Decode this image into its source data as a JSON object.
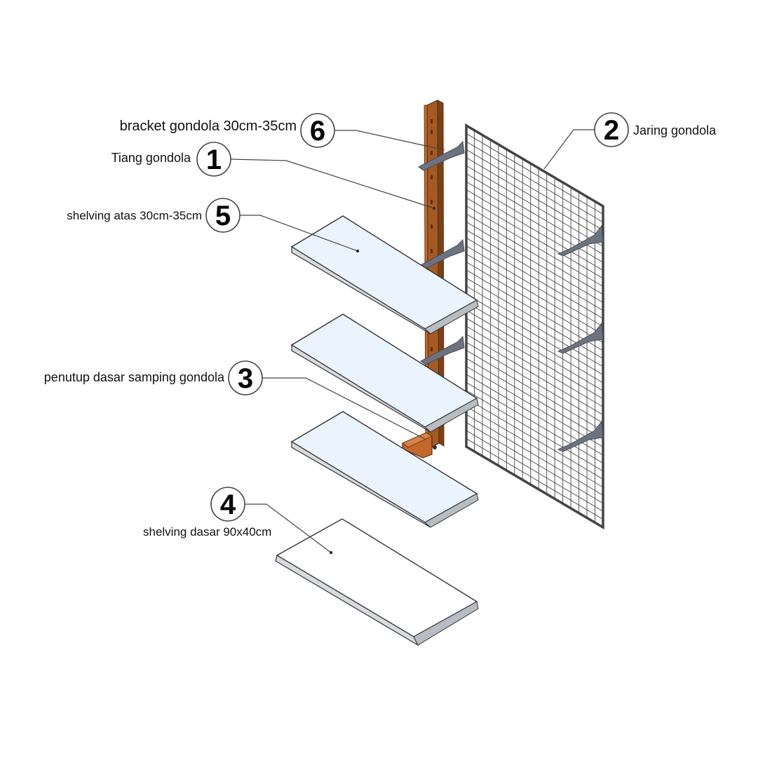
{
  "callouts": [
    {
      "number": "1",
      "label": "Tiang gondola"
    },
    {
      "number": "2",
      "label": "Jaring gondola"
    },
    {
      "number": "3",
      "label": "penutup dasar samping gondola"
    },
    {
      "number": "4",
      "label": "shelving dasar 90x40cm"
    },
    {
      "number": "5",
      "label": "shelving atas 30cm-35cm"
    },
    {
      "number": "6",
      "label": "bracket gondola 30cm-35cm"
    }
  ],
  "colors": {
    "post": "#a55a24",
    "shelf_surface": "#eaf4ff",
    "bracket": "#6d7280",
    "mesh": "#555555"
  }
}
